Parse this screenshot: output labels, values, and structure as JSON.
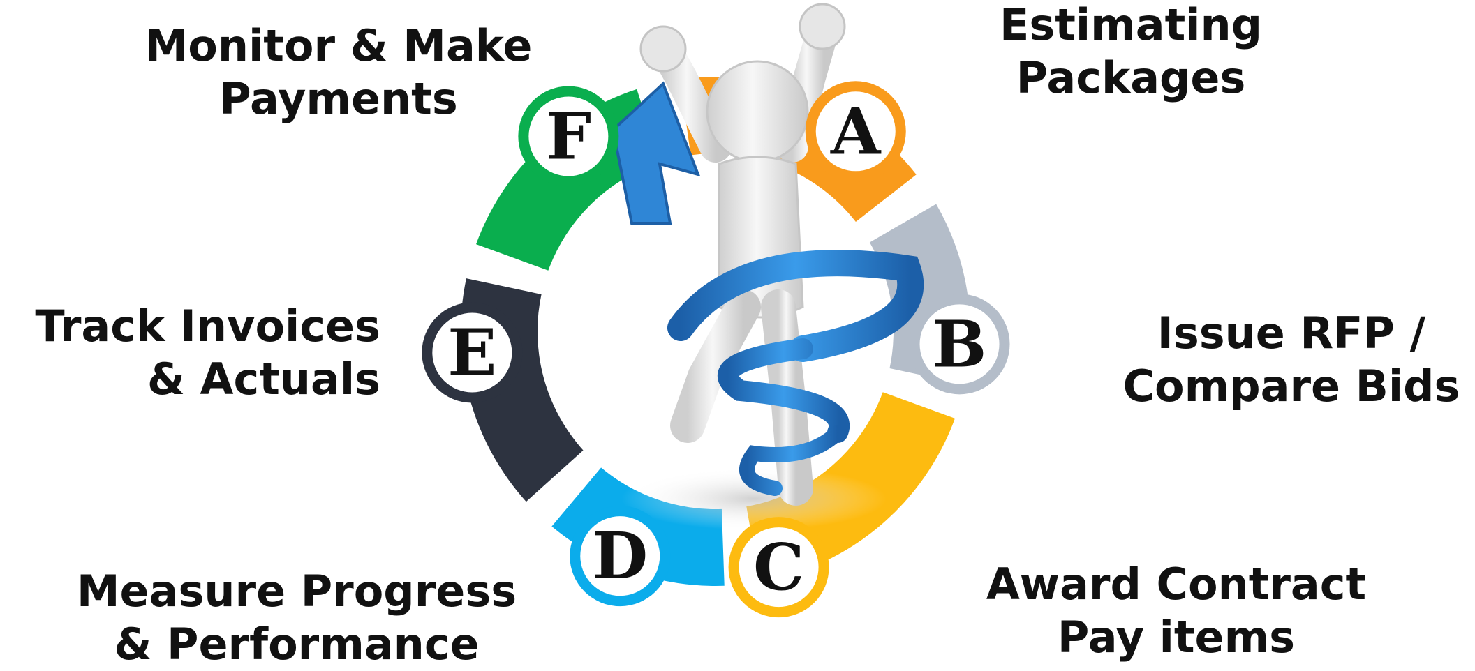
{
  "steps": [
    {
      "letter": "A",
      "color": "#F99B1C",
      "line1": "Estimating",
      "line2": "Packages"
    },
    {
      "letter": "B",
      "color": "#B4BDC9",
      "line1": "Issue RFP /",
      "line2": "Compare Bids"
    },
    {
      "letter": "C",
      "color": "#FDBB10",
      "line1": "Award Contract",
      "line2": "Pay items"
    },
    {
      "letter": "D",
      "color": "#0BACEB",
      "line1": "Measure Progress",
      "line2": "& Performance"
    },
    {
      "letter": "E",
      "color": "#2D3340",
      "line1": "Track Invoices",
      "line2": "& Actuals"
    },
    {
      "letter": "F",
      "color": "#0AAE4E",
      "line1": "Monitor & Make",
      "line2": "Payments"
    }
  ],
  "figure": {
    "icon": "celebrating-person-icon",
    "arrow_icon": "spiral-arrow-icon",
    "body_color": "#E8E8E8",
    "arrow_color": "#2F86D6"
  }
}
